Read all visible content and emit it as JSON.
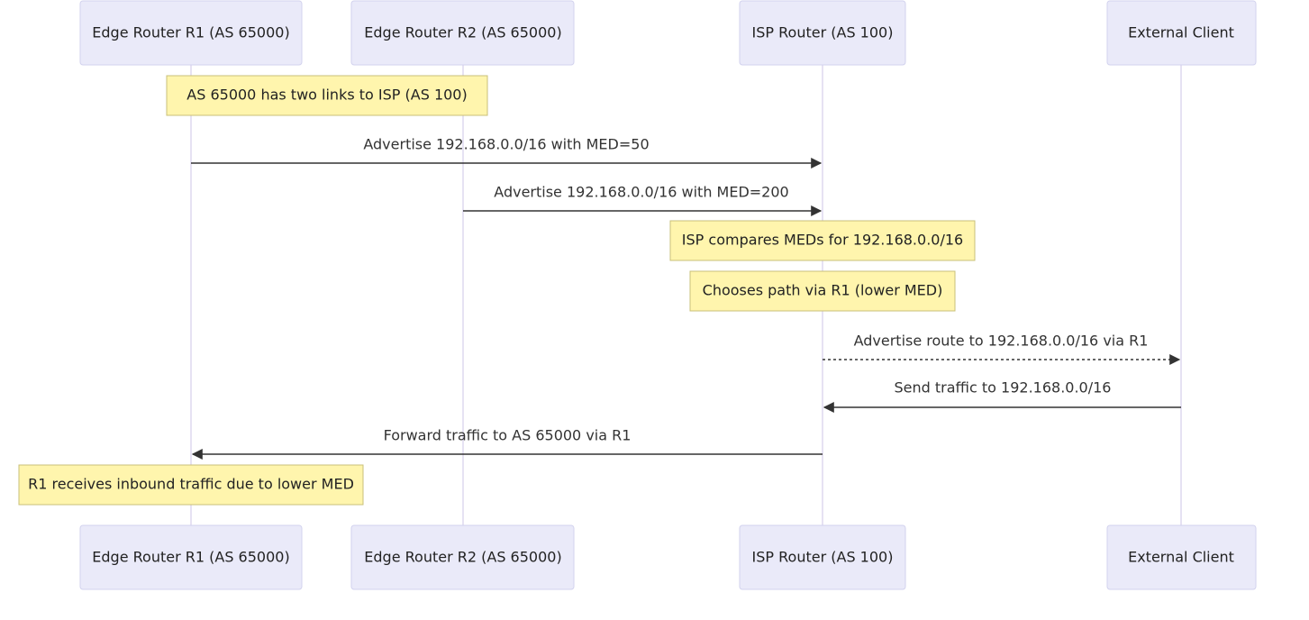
{
  "participants": [
    {
      "id": "r1",
      "label": "Edge Router R1 (AS 65000)"
    },
    {
      "id": "r2",
      "label": "Edge Router R2 (AS 65000)"
    },
    {
      "id": "isp",
      "label": "ISP Router (AS 100)"
    },
    {
      "id": "client",
      "label": "External Client"
    }
  ],
  "sequence": [
    {
      "kind": "note",
      "text": "AS 65000 has two links to ISP (AS 100)"
    },
    {
      "kind": "message",
      "from": "r1",
      "to": "isp",
      "style": "solid",
      "text": "Advertise 192.168.0.0/16 with MED=50"
    },
    {
      "kind": "message",
      "from": "r2",
      "to": "isp",
      "style": "solid",
      "text": "Advertise 192.168.0.0/16 with MED=200"
    },
    {
      "kind": "note",
      "text": "ISP compares MEDs for 192.168.0.0/16"
    },
    {
      "kind": "note",
      "text": "Chooses path via R1 (lower MED)"
    },
    {
      "kind": "message",
      "from": "isp",
      "to": "client",
      "style": "dotted",
      "text": "Advertise route to 192.168.0.0/16 via R1"
    },
    {
      "kind": "message",
      "from": "client",
      "to": "isp",
      "style": "solid",
      "text": "Send traffic to 192.168.0.0/16"
    },
    {
      "kind": "message",
      "from": "isp",
      "to": "r1",
      "style": "solid",
      "text": "Forward traffic to AS 65000 via R1"
    },
    {
      "kind": "note",
      "text": "R1 receives inbound traffic due to lower MED"
    }
  ]
}
